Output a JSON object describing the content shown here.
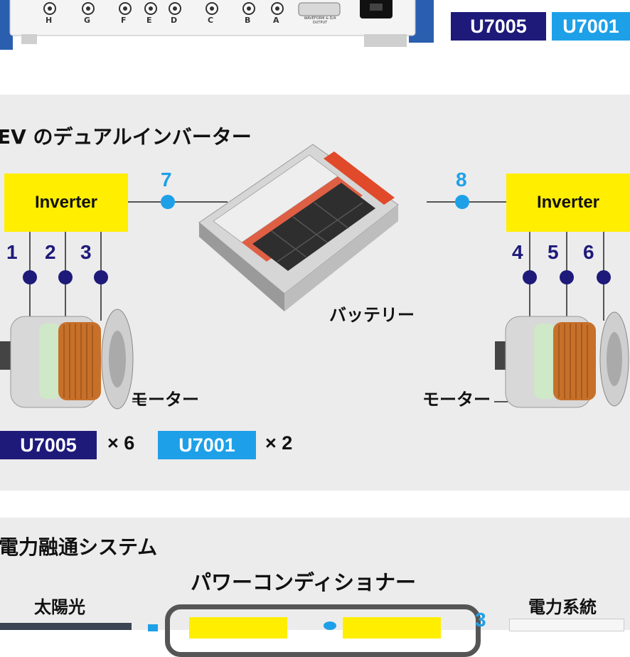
{
  "top": {
    "channels": [
      "H",
      "G",
      "F",
      "E",
      "D",
      "C",
      "B",
      "A"
    ],
    "output_label": "WAVEFORM & D/A",
    "output_label_2": "OUTPUT",
    "badge_dark": "U7005",
    "badge_light": "U7001"
  },
  "ev": {
    "title": "EV のデュアルインバーター",
    "inverter_left": "Inverter",
    "inverter_right": "Inverter",
    "points": [
      "1",
      "2",
      "3",
      "4",
      "5",
      "6",
      "7",
      "8"
    ],
    "battery_label": "バッテリー",
    "motor_left_label": "モーター",
    "motor_right_label": "モーター",
    "count_dark_badge": "U7005",
    "count_dark": "× 6",
    "count_light_badge": "U7001",
    "count_light": "× 2"
  },
  "power": {
    "title": "電力融通システム",
    "pcs_label": "パワーコンディショナー",
    "solar_label": "太陽光",
    "grid_label": "電力系統",
    "point_3": "3"
  },
  "colors": {
    "dark_blue": "#1e1a7a",
    "light_blue": "#1ea0e8",
    "inverter_yellow": "#ffee00",
    "panel_gray": "#ececec"
  }
}
